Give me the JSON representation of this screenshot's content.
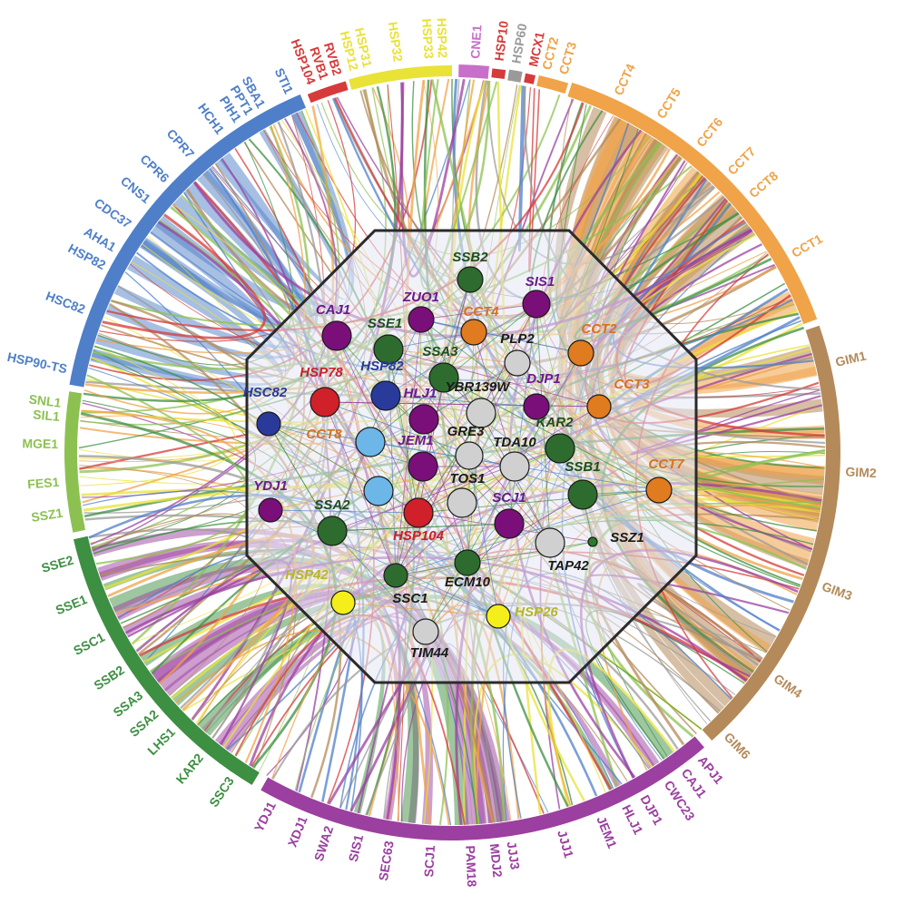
{
  "colors": {
    "hsp90": "#4f7fc8",
    "hsp70": "#3d8f42",
    "hsp70_light": "#8cc152",
    "hsp40": "#9b3fa0",
    "cct": "#f0a348",
    "gim": "#b48a5a",
    "hsp100": "#d63a3a",
    "small_hsp": "#e9e237",
    "hsp60": "#9a9a9a",
    "cne1": "#c86fc9",
    "node_green": "#2e6b2e",
    "node_purple": "#7a0f7a",
    "node_orange": "#e07b1f",
    "node_red": "#d0202a",
    "node_navy": "#2a3a9a",
    "node_lightblue": "#6cb7e8",
    "node_yellow": "#f4ee1a",
    "node_gray": "#d0d0d0",
    "node_darkgreen_small": "#2b7a2b",
    "label_green": "#1e4d1e",
    "label_purple": "#6a1a8a",
    "label_orange": "#d9711e",
    "label_red": "#c8202a",
    "label_navy": "#2a3a9a",
    "label_olive": "#b5b52a",
    "label_black": "#1a1a1a",
    "octagon_fill": "#e6e8f4"
  },
  "ring_labels": [
    {
      "text": "CCT4",
      "color": "cct"
    },
    {
      "text": "CCT5",
      "color": "cct"
    },
    {
      "text": "CCT6",
      "color": "cct"
    },
    {
      "text": "CCT7",
      "color": "cct"
    },
    {
      "text": "CCT8",
      "color": "cct"
    },
    {
      "text": "CCT1",
      "color": "cct"
    },
    {
      "text": "GIM1",
      "color": "gim"
    },
    {
      "text": "GIM2",
      "color": "gim"
    },
    {
      "text": "GIM3",
      "color": "gim"
    },
    {
      "text": "GIM4",
      "color": "gim"
    },
    {
      "text": "GIM6",
      "color": "gim"
    },
    {
      "text": "APJ1",
      "color": "hsp40"
    },
    {
      "text": "CAJ1",
      "color": "hsp40"
    },
    {
      "text": "CWC23",
      "color": "hsp40"
    },
    {
      "text": "DJP1",
      "color": "hsp40"
    },
    {
      "text": "HLJ1",
      "color": "hsp40"
    },
    {
      "text": "JEM1",
      "color": "hsp40"
    },
    {
      "text": "JJJ1",
      "color": "hsp40"
    },
    {
      "text": "JJJ3",
      "color": "hsp40"
    },
    {
      "text": "MDJ2",
      "color": "hsp40"
    },
    {
      "text": "PAM18",
      "color": "hsp40"
    },
    {
      "text": "SCJ1",
      "color": "hsp40"
    },
    {
      "text": "SEC63",
      "color": "hsp40"
    },
    {
      "text": "SIS1",
      "color": "hsp40"
    },
    {
      "text": "SWA2",
      "color": "hsp40"
    },
    {
      "text": "XDJ1",
      "color": "hsp40"
    },
    {
      "text": "YDJ1",
      "color": "hsp40"
    },
    {
      "text": "SSC3",
      "color": "hsp70"
    },
    {
      "text": "KAR2",
      "color": "hsp70"
    },
    {
      "text": "LHS1",
      "color": "hsp70"
    },
    {
      "text": "SSA2",
      "color": "hsp70"
    },
    {
      "text": "SSA3",
      "color": "hsp70"
    },
    {
      "text": "SSB2",
      "color": "hsp70"
    },
    {
      "text": "SSC1",
      "color": "hsp70"
    },
    {
      "text": "SSE1",
      "color": "hsp70"
    },
    {
      "text": "SSE2",
      "color": "hsp70"
    },
    {
      "text": "SSZ1",
      "color": "hsp70_light"
    },
    {
      "text": "FES1",
      "color": "hsp70_light"
    },
    {
      "text": "MGE1",
      "color": "hsp70_light"
    },
    {
      "text": "SIL1",
      "color": "hsp70_light"
    },
    {
      "text": "SNL1",
      "color": "hsp70_light"
    },
    {
      "text": "HSP90-TS",
      "color": "hsp90"
    },
    {
      "text": "HSC82",
      "color": "hsp90"
    },
    {
      "text": "HSP82",
      "color": "hsp90"
    },
    {
      "text": "AHA1",
      "color": "hsp90"
    },
    {
      "text": "CDC37",
      "color": "hsp90"
    },
    {
      "text": "CNS1",
      "color": "hsp90"
    },
    {
      "text": "CPR6",
      "color": "hsp90"
    },
    {
      "text": "CPR7",
      "color": "hsp90"
    },
    {
      "text": "HCH1",
      "color": "hsp90"
    },
    {
      "text": "PIH1",
      "color": "hsp90"
    },
    {
      "text": "PPT1",
      "color": "hsp90"
    },
    {
      "text": "SBA1",
      "color": "hsp90"
    },
    {
      "text": "STI1",
      "color": "hsp90"
    },
    {
      "text": "HSP104",
      "color": "hsp100"
    },
    {
      "text": "RVB1",
      "color": "hsp100"
    },
    {
      "text": "RVB2",
      "color": "hsp100"
    },
    {
      "text": "HSP12",
      "color": "small_hsp"
    },
    {
      "text": "HSP31",
      "color": "small_hsp"
    },
    {
      "text": "HSP32",
      "color": "small_hsp"
    },
    {
      "text": "HSP33",
      "color": "small_hsp"
    },
    {
      "text": "HSP42",
      "color": "small_hsp"
    },
    {
      "text": "CNE1",
      "color": "cne1"
    },
    {
      "text": "HSP10",
      "color": "hsp100"
    },
    {
      "text": "HSP60",
      "color": "hsp60"
    },
    {
      "text": "MCX1",
      "color": "hsp100"
    },
    {
      "text": "CCT2",
      "color": "cct"
    },
    {
      "text": "CCT3",
      "color": "cct"
    }
  ],
  "nodes": [
    {
      "id": "SSB2",
      "fill": "node_green",
      "label_color": "label_green"
    },
    {
      "id": "SIS1",
      "fill": "node_purple",
      "label_color": "label_purple"
    },
    {
      "id": "ZUO1",
      "fill": "node_purple",
      "label_color": "label_purple"
    },
    {
      "id": "CCT4",
      "fill": "node_orange",
      "label_color": "label_orange"
    },
    {
      "id": "CAJ1",
      "fill": "node_purple",
      "label_color": "label_purple"
    },
    {
      "id": "SSE1",
      "fill": "node_green",
      "label_color": "label_green"
    },
    {
      "id": "PLP2",
      "fill": "node_gray",
      "label_color": "label_black"
    },
    {
      "id": "CCT2",
      "fill": "node_orange",
      "label_color": "label_orange"
    },
    {
      "id": "SSA3",
      "fill": "node_green",
      "label_color": "label_green"
    },
    {
      "id": "HSP78",
      "fill": "node_red",
      "label_color": "label_red"
    },
    {
      "id": "HSP82",
      "fill": "node_navy",
      "label_color": "label_navy"
    },
    {
      "id": "DJP1",
      "fill": "node_purple",
      "label_color": "label_purple"
    },
    {
      "id": "HSC82",
      "fill": "node_navy",
      "label_color": "label_navy"
    },
    {
      "id": "HLJ1",
      "fill": "node_purple",
      "label_color": "label_purple"
    },
    {
      "id": "YBR139W",
      "fill": "node_gray",
      "label_color": "label_black"
    },
    {
      "id": "CCT3",
      "fill": "node_orange",
      "label_color": "label_orange"
    },
    {
      "id": "GRE3",
      "fill": "node_gray",
      "label_color": "label_black"
    },
    {
      "id": "KAR2",
      "fill": "node_green",
      "label_color": "label_green"
    },
    {
      "id": "CCT8",
      "fill": "node_orange",
      "label_color": "label_orange"
    },
    {
      "id": "JEM1",
      "fill": "node_purple",
      "label_color": "label_purple"
    },
    {
      "id": "TDA10",
      "fill": "node_gray",
      "label_color": "label_black"
    },
    {
      "id": "SSB1",
      "fill": "node_green",
      "label_color": "label_green"
    },
    {
      "id": "CCT7",
      "fill": "node_orange",
      "label_color": "label_orange"
    },
    {
      "id": "YDJ1",
      "fill": "node_purple",
      "label_color": "label_purple"
    },
    {
      "id": "TOS1",
      "fill": "node_gray",
      "label_color": "label_black"
    },
    {
      "id": "SCJ1",
      "fill": "node_purple",
      "label_color": "label_purple"
    },
    {
      "id": "SSA2",
      "fill": "node_green",
      "label_color": "label_green"
    },
    {
      "id": "HSP104",
      "fill": "node_red",
      "label_color": "label_red"
    },
    {
      "id": "SSZ1",
      "fill": "node_darkgreen_small",
      "label_color": "label_black"
    },
    {
      "id": "TAP42",
      "fill": "node_gray",
      "label_color": "label_black"
    },
    {
      "id": "ECM10",
      "fill": "node_green",
      "label_color": "label_black"
    },
    {
      "id": "HSP42",
      "fill": "node_yellow",
      "label_color": "label_olive"
    },
    {
      "id": "SSC1",
      "fill": "node_green",
      "label_color": "label_black"
    },
    {
      "id": "HSP26",
      "fill": "node_yellow",
      "label_color": "label_olive"
    },
    {
      "id": "TIM44",
      "fill": "node_gray",
      "label_color": "label_black"
    },
    {
      "id": "",
      "fill": "node_lightblue",
      "label_color": "label_navy"
    },
    {
      "id": "",
      "fill": "node_lightblue",
      "label_color": "label_navy"
    }
  ]
}
